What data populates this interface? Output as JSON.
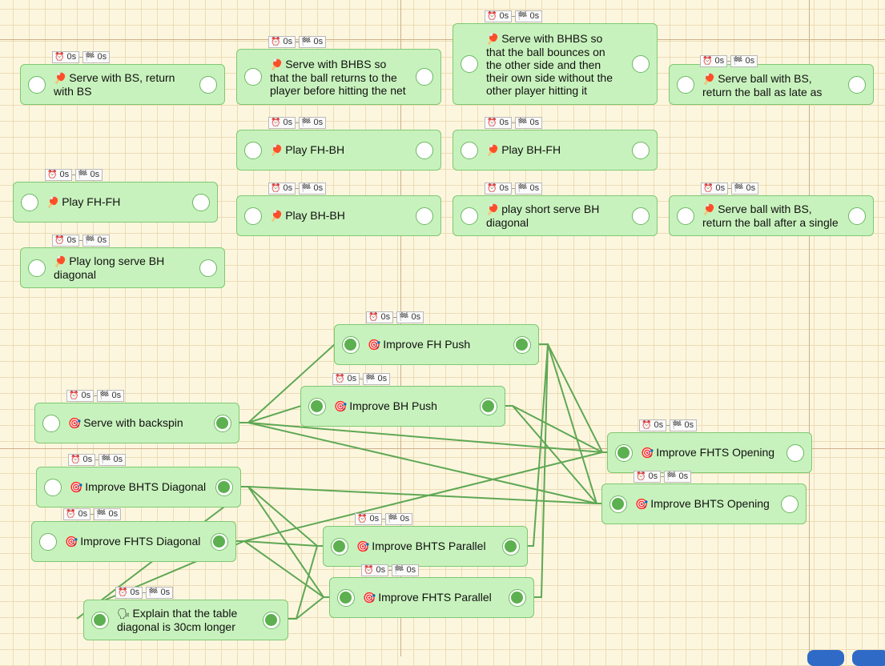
{
  "badge": {
    "timer": "0s",
    "finish": "0s",
    "timer_icon": "alarm-clock-icon",
    "finish_icon": "checkered-flag-icon"
  },
  "colors": {
    "node_bg": "#c8f2bd",
    "node_border": "#7fc872",
    "edge": "#5ea854",
    "port_fill": "#5cb04f",
    "canvas": "#fdf6df"
  },
  "nodes": [
    {
      "id": "serve-bs-return-bs",
      "icon": "ping-pong-icon",
      "text": "Serve with BS, return with BS"
    },
    {
      "id": "serve-bhbs-return-before-net",
      "icon": "ping-pong-icon",
      "text": "Serve with BHBS so that the ball returns to the player before hitting the net"
    },
    {
      "id": "serve-bhbs-bounce-other-side",
      "icon": "ping-pong-icon",
      "text": "Serve with BHBS so that the ball bounces on the other side and then their own side without the other player hitting it"
    },
    {
      "id": "serve-bs-return-late",
      "icon": "ping-pong-icon",
      "text": "Serve ball with BS, return the ball as late as"
    },
    {
      "id": "play-fh-bh",
      "icon": "ping-pong-icon",
      "text": "Play FH-BH"
    },
    {
      "id": "play-bh-fh",
      "icon": "ping-pong-icon",
      "text": "Play BH-FH"
    },
    {
      "id": "play-fh-fh",
      "icon": "ping-pong-icon",
      "text": "Play FH-FH"
    },
    {
      "id": "play-bh-bh",
      "icon": "ping-pong-icon",
      "text": "Play BH-BH"
    },
    {
      "id": "short-serve-bh-diagonal",
      "icon": "ping-pong-icon",
      "text": "play short serve BH diagonal"
    },
    {
      "id": "serve-bs-return-after-single",
      "icon": "ping-pong-icon",
      "text": "Serve ball with BS, return the ball after a single"
    },
    {
      "id": "long-serve-bh-diagonal",
      "icon": "ping-pong-icon",
      "text": "Play long serve BH diagonal"
    },
    {
      "id": "improve-fh-push",
      "icon": "target-icon",
      "text": "Improve FH Push"
    },
    {
      "id": "improve-bh-push",
      "icon": "target-icon",
      "text": "Improve BH Push"
    },
    {
      "id": "serve-with-backspin",
      "icon": "target-icon",
      "text": "Serve with backspin"
    },
    {
      "id": "improve-fhts-opening",
      "icon": "target-icon",
      "text": "Improve FHTS Opening"
    },
    {
      "id": "improve-bhts-diagonal",
      "icon": "target-icon",
      "text": "Improve BHTS Diagonal"
    },
    {
      "id": "improve-bhts-opening",
      "icon": "target-icon",
      "text": "Improve BHTS Opening"
    },
    {
      "id": "improve-fhts-diagonal",
      "icon": "target-icon",
      "text": "Improve FHTS Diagonal"
    },
    {
      "id": "improve-bhts-parallel",
      "icon": "target-icon",
      "text": "Improve BHTS Parallel"
    },
    {
      "id": "improve-fhts-parallel",
      "icon": "target-icon",
      "text": "Improve FHTS Parallel"
    },
    {
      "id": "explain-table-diagonal",
      "icon": "speech-icon",
      "text": "Explain that the table diagonal is 30cm longer"
    }
  ]
}
